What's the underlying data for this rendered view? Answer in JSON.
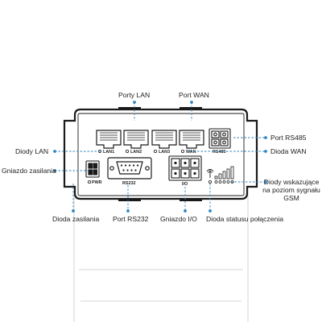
{
  "callouts": {
    "porty_lan": "Porty LAN",
    "port_wan": "Port WAN",
    "port_rs485": "Port RS485",
    "diody_lan": "Diody LAN",
    "dioda_wan": "Dioda WAN",
    "gniazdo_zasilania": "Gniazdo zasilania",
    "diody_sygnalu": "Diody wskazujące na poziom sygnału GSM",
    "dioda_zasilania": "Dioda zasilania",
    "port_rs232": "Port RS232",
    "gniazdo_io": "Gniazdo I/O",
    "dioda_statusu": "Dioda statusu połączenia"
  },
  "panel_labels": {
    "lan1": "LAN1",
    "lan2": "LAN2",
    "lan3": "LAN3",
    "wan": "WAN",
    "rs485": "RS485",
    "pwr": "PWR",
    "rs232": "RS232",
    "io": "I/O"
  },
  "colors": {
    "leader_line": "#2e86c1",
    "device_outline": "#1a1a1a"
  }
}
